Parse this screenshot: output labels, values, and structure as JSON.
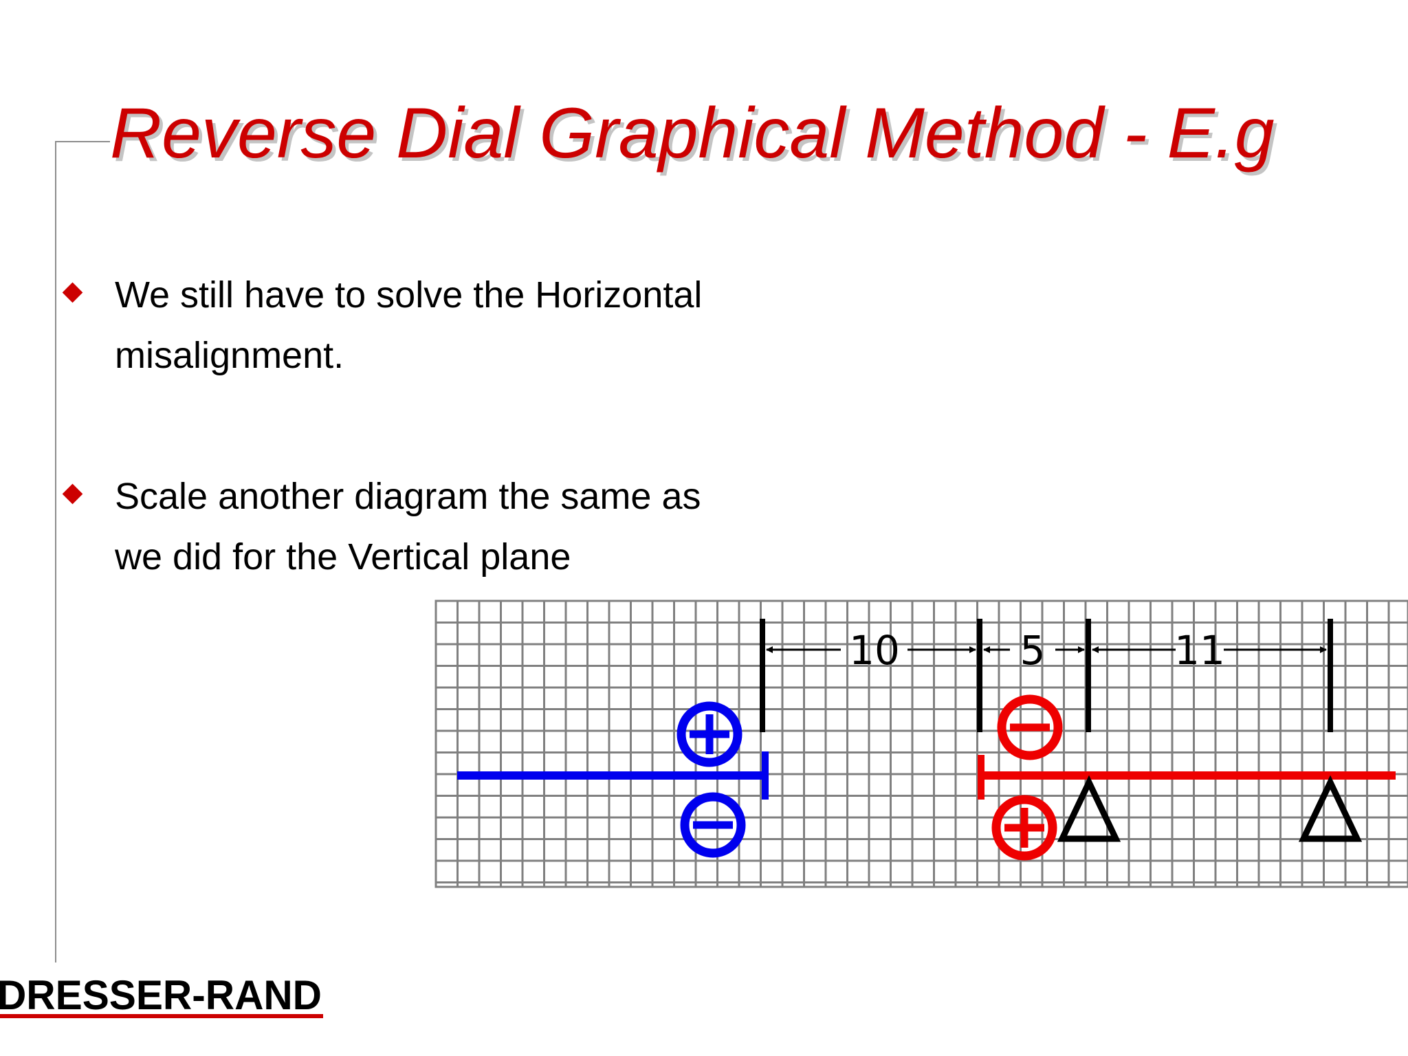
{
  "slide": {
    "title": "Reverse Dial Graphical Method - E.g",
    "bullets": [
      {
        "line1": "We still have to solve the Horizontal",
        "line2": "misalignment."
      },
      {
        "line1": "Scale another diagram the same as",
        "line2": "we did for the Vertical plane"
      }
    ]
  },
  "diagram": {
    "dimensions": [
      "10",
      "5",
      "11"
    ],
    "symbols": {
      "blue_top": "plus",
      "blue_bottom": "minus",
      "red_top": "minus",
      "red_bottom": "plus",
      "support_markers": "triangle"
    },
    "colors": {
      "blue_shaft": "#0000ee",
      "red_shaft": "#ee0000",
      "grid_line": "#808080",
      "dimension_line": "#000000"
    }
  },
  "logo": {
    "text": "DRESSER-RAND",
    "color": "#000000",
    "underline_color": "#cc0000"
  }
}
